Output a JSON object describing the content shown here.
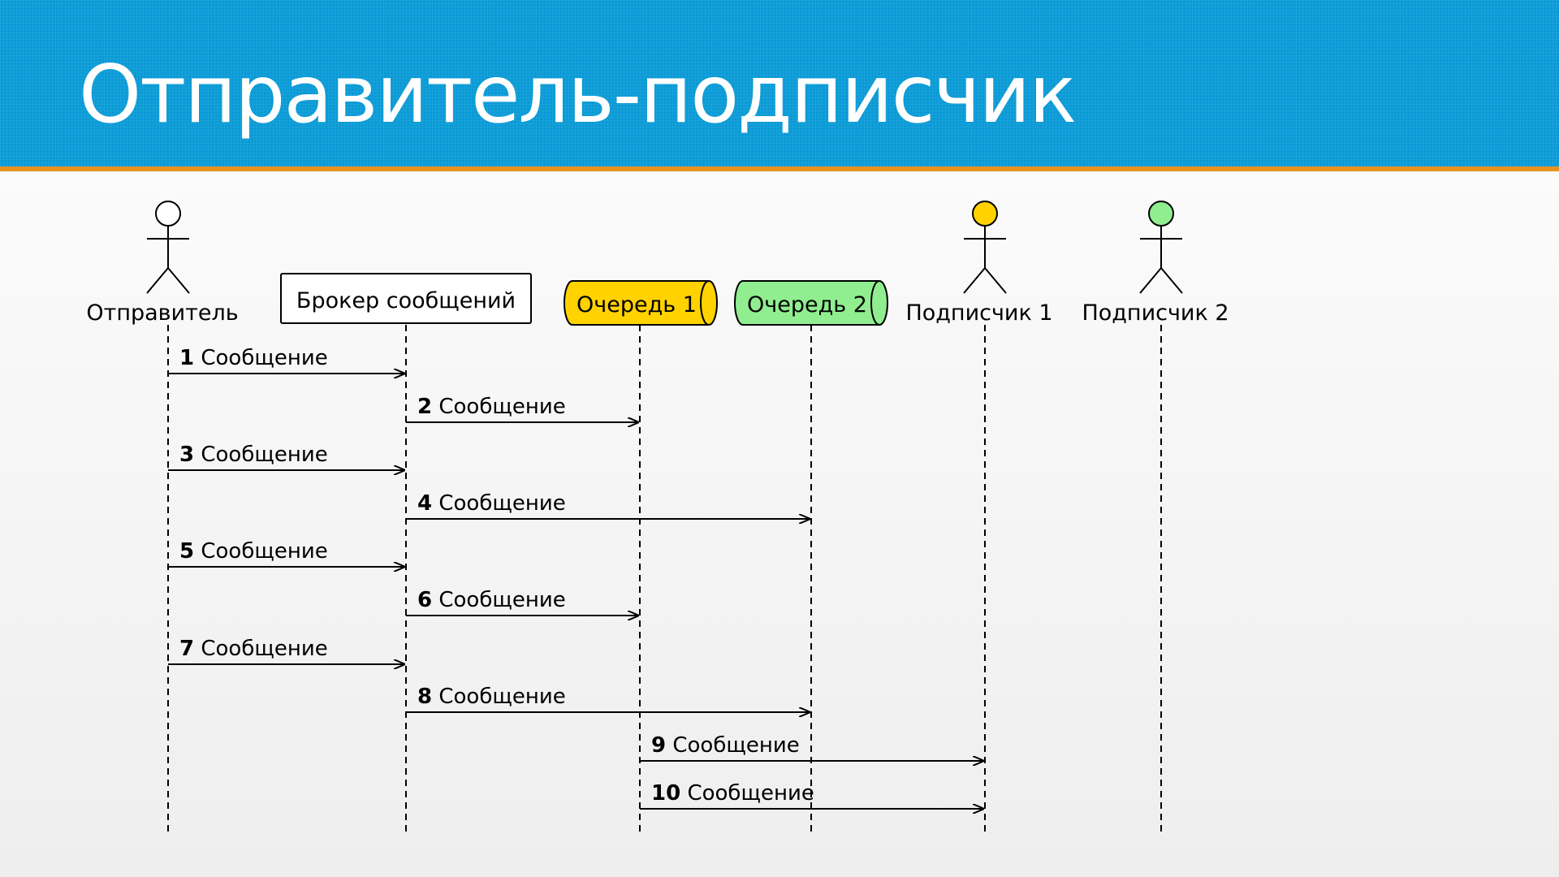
{
  "slide": {
    "title": "Отправитель-подписчик",
    "header_color": "#0a9ad6",
    "accent_color": "#e8921f"
  },
  "participants": [
    {
      "id": "sender",
      "label": "Отправитель",
      "kind": "actor",
      "fill": "#ffffff",
      "icon": "actor-icon"
    },
    {
      "id": "broker",
      "label": "Брокер сообщений",
      "kind": "box",
      "fill": "#ffffff"
    },
    {
      "id": "queue1",
      "label": "Очередь 1",
      "kind": "queue",
      "fill": "#ffd200",
      "icon": "queue-cylinder-icon"
    },
    {
      "id": "queue2",
      "label": "Очередь 2",
      "kind": "queue",
      "fill": "#90ee90",
      "icon": "queue-cylinder-icon"
    },
    {
      "id": "sub1",
      "label": "Подписчик 1",
      "kind": "actor",
      "fill": "#ffd200",
      "icon": "actor-icon"
    },
    {
      "id": "sub2",
      "label": "Подписчик 2",
      "kind": "actor",
      "fill": "#90ee90",
      "icon": "actor-icon"
    }
  ],
  "messages": [
    {
      "num": "1",
      "text": "Сообщение",
      "from": "sender",
      "to": "broker"
    },
    {
      "num": "2",
      "text": "Сообщение",
      "from": "broker",
      "to": "queue1"
    },
    {
      "num": "3",
      "text": "Сообщение",
      "from": "sender",
      "to": "broker"
    },
    {
      "num": "4",
      "text": "Сообщение",
      "from": "broker",
      "to": "queue2"
    },
    {
      "num": "5",
      "text": "Сообщение",
      "from": "sender",
      "to": "broker"
    },
    {
      "num": "6",
      "text": "Сообщение",
      "from": "broker",
      "to": "queue1"
    },
    {
      "num": "7",
      "text": "Сообщение",
      "from": "sender",
      "to": "broker"
    },
    {
      "num": "8",
      "text": "Сообщение",
      "from": "broker",
      "to": "queue2"
    },
    {
      "num": "9",
      "text": "Сообщение",
      "from": "queue1",
      "to": "sub1"
    },
    {
      "num": "10",
      "text": "Сообщение",
      "from": "queue1",
      "to": "sub1"
    }
  ]
}
